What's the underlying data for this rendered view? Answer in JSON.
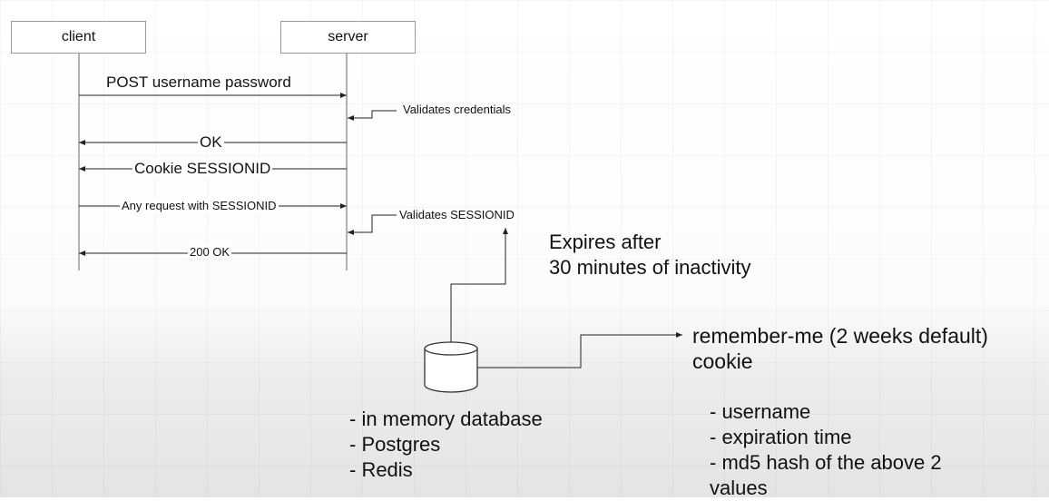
{
  "actors": {
    "client": "client",
    "server": "server"
  },
  "messages": {
    "post": "POST username password",
    "validates_credentials": "Validates credentials",
    "ok": "OK",
    "cookie": "Cookie SESSIONID",
    "any_request": "Any request with SESSIONID",
    "validates_session": "Validates SESSIONID",
    "ok_200": "200 OK"
  },
  "expires_note": [
    "Expires after",
    "30 minutes of inactivity"
  ],
  "database_list": [
    "- in memory database",
    "- Postgres",
    "- Redis"
  ],
  "remember_me": [
    "remember-me (2 weeks default)",
    "cookie"
  ],
  "cookie_fields": [
    "- username",
    "- expiration time",
    "- md5 hash of the above 2",
    "values"
  ],
  "colors": {
    "line": "#222222",
    "box_border": "#9a9a9a"
  }
}
